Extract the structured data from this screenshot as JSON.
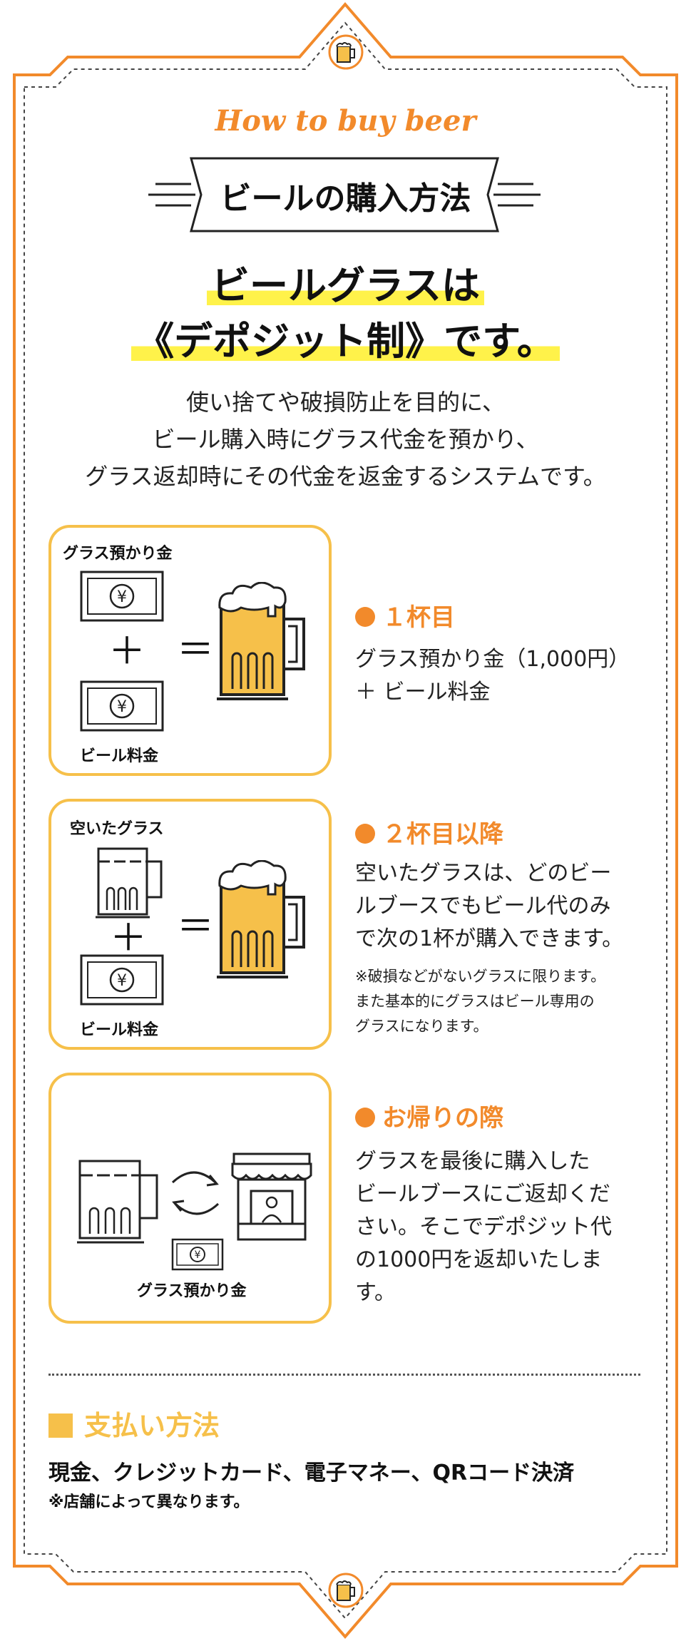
{
  "header": {
    "eyebrow": "How to buy beer",
    "title": "ビールの購入方法"
  },
  "headline": {
    "line1": "ビールグラスは",
    "line2": "《デポジット制》です。"
  },
  "lead": {
    "line1": "使い捨てや破損防止を目的に、",
    "line2": "ビール購入時にグラス代金を預かり、",
    "line3": "グラス返却時にその代金を返金するシステムです。"
  },
  "steps": [
    {
      "card_top_label": "グラス預かり金",
      "card_bottom_label": "ビール料金",
      "heading": "１杯目",
      "body_line1": "グラス預かり金（1,000円）",
      "body_line2": "＋ ビール料金"
    },
    {
      "card_top_label": "空いたグラス",
      "card_bottom_label": "ビール料金",
      "heading": "２杯目以降",
      "body_line1": "空いたグラスは、どのビー",
      "body_line2": "ルブースでもビール代のみ",
      "body_line3": "で次の1杯が購入できます。",
      "note_line1": "※破損などがないグラスに限ります。",
      "note_line2": "また基本的にグラスはビール専用の",
      "note_line3": "グラスになります。"
    },
    {
      "card_label": "グラス預かり金",
      "heading": "お帰りの際",
      "body_line1": "グラスを最後に購入した",
      "body_line2": "ビールブースにご返却くだ",
      "body_line3": "さい。そこでデポジット代",
      "body_line4": "の1000円を返却いたしま",
      "body_line5": "す。"
    }
  ],
  "symbols": {
    "plus": "＋",
    "equals": "＝",
    "yen": "¥"
  },
  "payment": {
    "heading": "支払い方法",
    "methods": "現金、クレジットカード、電子マネー、QRコード決済",
    "note": "※店舗によって異なります。"
  },
  "colors": {
    "accent_orange": "#F28A2B",
    "card_border": "#F6C04A",
    "highlight": "#FFF24A",
    "beer_fill": "#F6C04A"
  },
  "icons": [
    "beer-mug-icon",
    "banknote-icon",
    "empty-glass-icon",
    "exchange-arrows-icon",
    "beer-booth-icon"
  ]
}
